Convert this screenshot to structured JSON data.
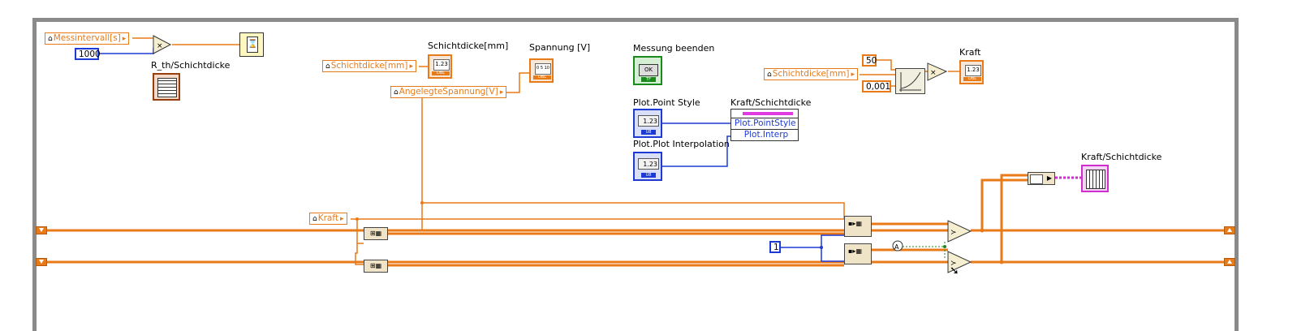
{
  "locals": {
    "messintervall": "Messintervall[s]",
    "schichtdicke1": "Schichtdicke[mm]",
    "angelegte_spannung": "AngelegteSpannung[V]",
    "schichtdicke2": "Schichtdicke[mm]",
    "kraft": "Kraft"
  },
  "constants": {
    "ms_1000": "1000",
    "c_50": "50",
    "c_0001": "0,001",
    "c_1": "1"
  },
  "labels": {
    "r_th": "R_th/Schichtdicke",
    "schichtdicke_ind": "Schichtdicke[mm]",
    "spannung": "Spannung [V]",
    "messung_beenden": "Messung beenden",
    "kraft_ind": "Kraft",
    "plot_point_style": "Plot.Point Style",
    "plot_interpolation": "Plot.Plot Interpolation",
    "kraft_schichtdicke_prop": "Kraft/Schichtdicke",
    "kraft_schichtdicke_graph": "Kraft/Schichtdicke"
  },
  "property_node": {
    "row1": "Plot.PointStyle",
    "row2": "Plot.Interp"
  },
  "terminals": {
    "dbl_value": "1.23",
    "u8_value": "1.23",
    "dbl_tag": "DBL",
    "u8_tag": "U8",
    "tf_tag": "TF",
    "ok_text": "OK",
    "slider_scale": "0 5 10"
  },
  "colors": {
    "orange_wire": "#e87a18",
    "blue_wire": "#1d3bd4",
    "pink_wire": "#cf2fcf",
    "green_wire": "#1a8a1a",
    "frame": "#8a8a8a"
  },
  "icons": [
    "wait-ms-icon",
    "multiply-icon",
    "power-of-x-icon",
    "select-icon",
    "build-array-icon",
    "replace-array-subset-icon",
    "bundle-icon",
    "xy-graph-icon",
    "while-loop-tunnel-icon"
  ]
}
